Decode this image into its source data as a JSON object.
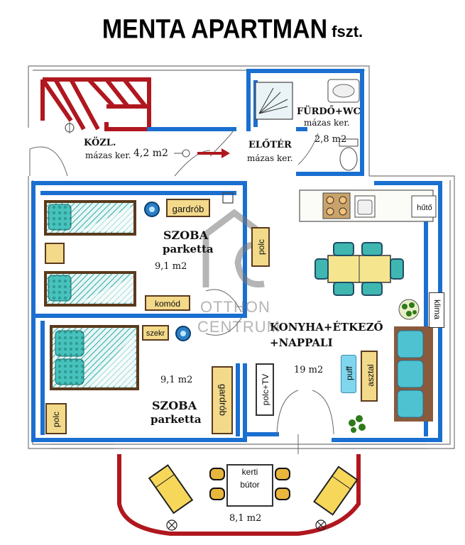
{
  "title": {
    "main": "MENTA APARTMAN",
    "floor": "fszt."
  },
  "rooms": {
    "kozl": {
      "name": "KÖZL.",
      "floor": "mázas ker.",
      "area": "4,2 m2"
    },
    "eloter": {
      "name": "ELŐTÉR",
      "floor": "mázas ker."
    },
    "furdo": {
      "name": "FÜRDŐ+WC",
      "floor": "mázas ker.",
      "area": "2,8 m2"
    },
    "szoba1": {
      "name": "SZOBA",
      "floor": "parketta",
      "area": "9,1 m2"
    },
    "szoba2": {
      "name": "SZOBA",
      "floor": "parketta",
      "area": "9,1 m2"
    },
    "konyha": {
      "name_line1": "KONYHA+ÉTKEZŐ",
      "name_line2": "+NAPPALI",
      "area": "19 m2"
    },
    "terasz": {
      "area": "8,1 m2"
    }
  },
  "furniture": {
    "gardrob1": "gardrób",
    "polc1": "polc",
    "komod": "komód",
    "szekr": "szekr",
    "gardrob2": "gardrób",
    "polctv": "polc+TV",
    "polc2": "polc",
    "huto": "hűtő",
    "klima": "klima",
    "puff": "puff",
    "asztal": "asztal",
    "kerti_line1": "kerti",
    "kerti_line2": "bútor"
  },
  "watermark": {
    "line1": "OTTHON",
    "line2": "CENTRUM"
  },
  "colors": {
    "wall_blue": "#1a6fd0",
    "stair_red": "#b0171f",
    "fabric_teal": "#3fb6b0",
    "furniture_tan": "#f3d98a",
    "outline_brown": "#5a3a1c"
  }
}
